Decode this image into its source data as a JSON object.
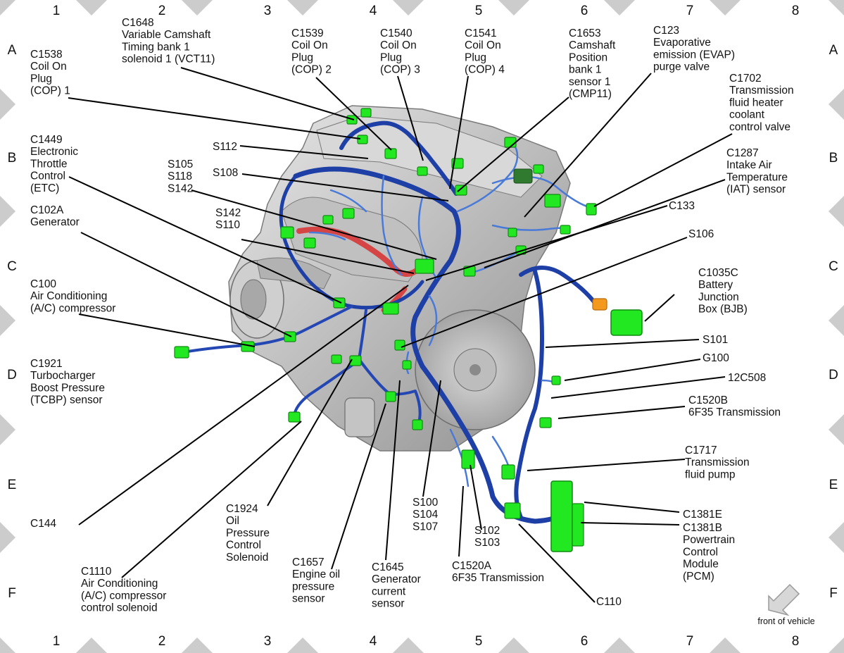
{
  "grid": {
    "columns": [
      "1",
      "2",
      "3",
      "4",
      "5",
      "6",
      "7",
      "8"
    ],
    "rows": [
      "A",
      "B",
      "C",
      "D",
      "E",
      "F"
    ]
  },
  "colors": {
    "harness": "#1d3fa6",
    "harness_light": "#4a7ad8",
    "connector": "#22e822",
    "connector_dark": "#128a12",
    "red_hose": "#d64545",
    "orange": "#f39a1e",
    "engine": "#c9c9c9",
    "frame_triangle": "#cccccc"
  },
  "labels": [
    {
      "id": "c1538",
      "lines": [
        "C1538",
        "Coil On",
        "Plug",
        "(COP) 1"
      ]
    },
    {
      "id": "c1648",
      "lines": [
        "C1648",
        "Variable Camshaft",
        "Timing bank 1",
        "solenoid 1 (VCT11)"
      ]
    },
    {
      "id": "c1539",
      "lines": [
        "C1539",
        "Coil On",
        "Plug",
        "(COP) 2"
      ]
    },
    {
      "id": "c1540",
      "lines": [
        "C1540",
        "Coil On",
        "Plug",
        "(COP) 3"
      ]
    },
    {
      "id": "c1541",
      "lines": [
        "C1541",
        "Coil On",
        "Plug",
        "(COP) 4"
      ]
    },
    {
      "id": "c1653",
      "lines": [
        "C1653",
        "Camshaft",
        "Position",
        "bank 1",
        "sensor 1",
        "(CMP11)"
      ]
    },
    {
      "id": "c123",
      "lines": [
        "C123",
        "Evaporative",
        "emission (EVAP)",
        "purge valve"
      ]
    },
    {
      "id": "c1702",
      "lines": [
        "C1702",
        "Transmission",
        "fluid heater",
        "coolant",
        "control valve"
      ]
    },
    {
      "id": "c1449",
      "lines": [
        "C1449",
        "Electronic",
        "Throttle",
        "Control",
        "(ETC)"
      ]
    },
    {
      "id": "s112",
      "lines": [
        "S112"
      ]
    },
    {
      "id": "s105",
      "lines": [
        "S105",
        "S118",
        "S142"
      ]
    },
    {
      "id": "s108",
      "lines": [
        "S108"
      ]
    },
    {
      "id": "c1287",
      "lines": [
        "C1287",
        "Intake Air",
        "Temperature",
        "(IAT) sensor"
      ]
    },
    {
      "id": "c102a",
      "lines": [
        "C102A",
        "Generator"
      ]
    },
    {
      "id": "s142",
      "lines": [
        "S142",
        "S110"
      ]
    },
    {
      "id": "c133",
      "lines": [
        "C133"
      ]
    },
    {
      "id": "s106",
      "lines": [
        "S106"
      ]
    },
    {
      "id": "c100",
      "lines": [
        "C100",
        "Air Conditioning",
        "(A/C) compressor"
      ]
    },
    {
      "id": "c1035c",
      "lines": [
        "C1035C",
        "Battery",
        "Junction",
        "Box (BJB)"
      ]
    },
    {
      "id": "s101",
      "lines": [
        "S101"
      ]
    },
    {
      "id": "g100",
      "lines": [
        "G100"
      ]
    },
    {
      "id": "c1921",
      "lines": [
        "C1921",
        "Turbocharger",
        "Boost Pressure",
        "(TCBP) sensor"
      ]
    },
    {
      "id": "12c508",
      "lines": [
        "12C508"
      ]
    },
    {
      "id": "c1520b",
      "lines": [
        "C1520B",
        "6F35 Transmission"
      ]
    },
    {
      "id": "c1717",
      "lines": [
        "C1717",
        "Transmission",
        "fluid pump"
      ]
    },
    {
      "id": "c144",
      "lines": [
        "C144"
      ]
    },
    {
      "id": "c1924",
      "lines": [
        "C1924",
        "Oil",
        "Pressure",
        "Control",
        "Solenoid"
      ]
    },
    {
      "id": "s100",
      "lines": [
        "S100",
        "S104",
        "S107"
      ]
    },
    {
      "id": "c1381e",
      "lines": [
        "C1381E"
      ]
    },
    {
      "id": "s102",
      "lines": [
        "S102",
        "S103"
      ]
    },
    {
      "id": "c1381b",
      "lines": [
        "C1381B",
        "Powertrain",
        "Control",
        "Module",
        "(PCM)"
      ]
    },
    {
      "id": "c1110",
      "lines": [
        "C1110",
        "Air Conditioning",
        "(A/C) compressor",
        "control solenoid"
      ]
    },
    {
      "id": "c1657",
      "lines": [
        "C1657",
        "Engine oil",
        "pressure",
        "sensor"
      ]
    },
    {
      "id": "c1645",
      "lines": [
        "C1645",
        "Generator",
        "current",
        "sensor"
      ]
    },
    {
      "id": "c1520a",
      "lines": [
        "C1520A",
        "6F35 Transmission"
      ]
    },
    {
      "id": "c110",
      "lines": [
        "C110"
      ]
    }
  ],
  "front_of_vehicle": "front of vehicle"
}
